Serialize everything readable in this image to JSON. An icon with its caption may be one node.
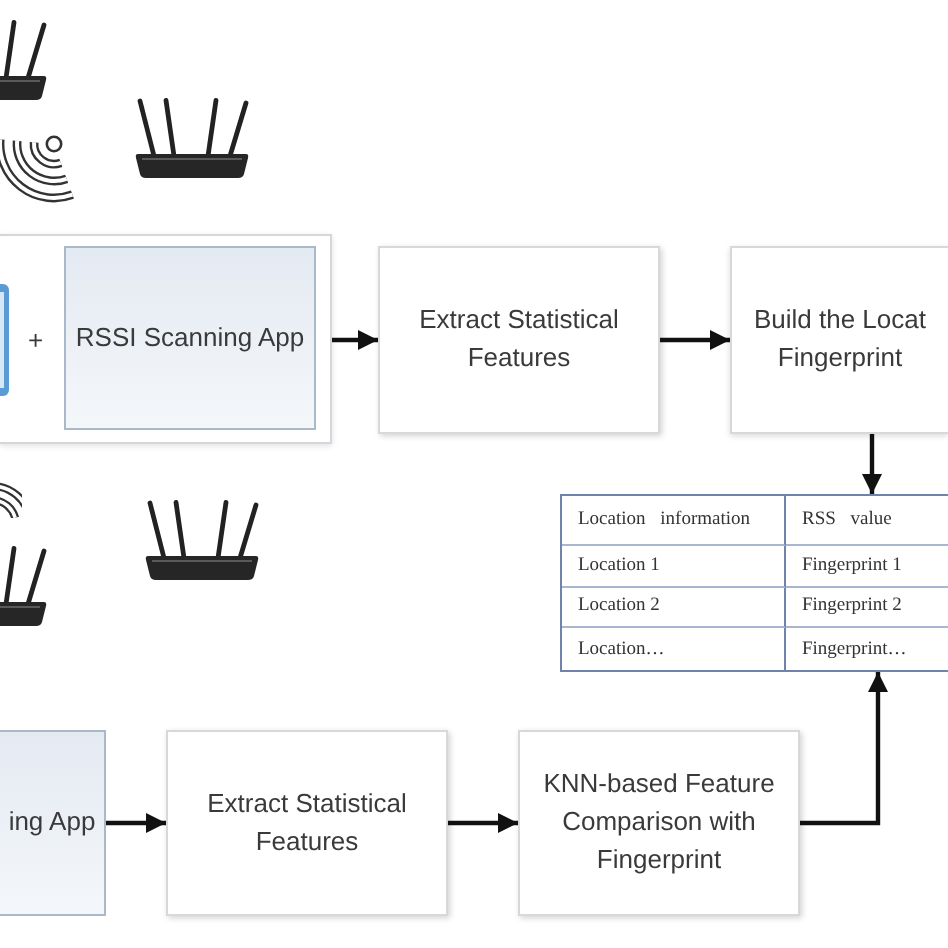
{
  "diagram": {
    "nodes": [
      {
        "text": [
          "+"
        ]
      },
      {
        "text": [
          "RSSI Scanning App"
        ],
        "in": 0
      },
      {
        "text": [
          "Extract Statistical Features"
        ]
      },
      {
        "text": [
          "Build the Locat Fingerprint"
        ]
      },
      {
        "text": [
          "Location information",
          "RSS value",
          "Location 1",
          "Fingerprint 1",
          "Location 2",
          "Fingerprint 2",
          "Location…",
          "Fingerprint…"
        ]
      },
      {
        "text": [
          "ing App"
        ]
      },
      {
        "text": [
          "Extract Statistical Features"
        ]
      },
      {
        "text": [
          "KNN-based Feature Comparison with Fingerprint"
        ]
      }
    ],
    "edges": [
      {
        "from": 0,
        "to": 2,
        "arrow": "to"
      },
      {
        "from": 2,
        "to": 3,
        "arrow": "to"
      },
      {
        "from": 3,
        "to": 4,
        "arrow": "to"
      },
      {
        "from": 5,
        "to": 6,
        "arrow": "to"
      },
      {
        "from": 6,
        "to": 7,
        "arrow": "to"
      },
      {
        "from": 7,
        "to": 4,
        "arrow": "to"
      }
    ]
  }
}
